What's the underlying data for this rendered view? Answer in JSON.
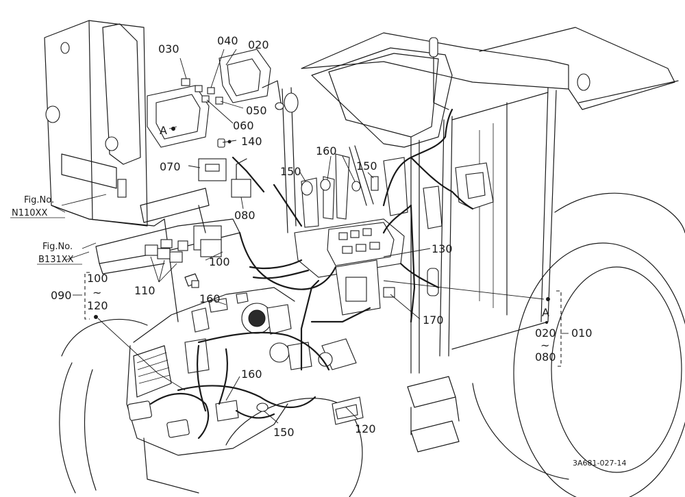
{
  "labels": {
    "p030": "030",
    "p040": "040",
    "p020": "020",
    "p050": "050",
    "p060": "060",
    "p140": "140",
    "p070": "070",
    "p080": "080",
    "p160_top": "160",
    "p150_top": "150",
    "p150_mid": "150",
    "p130": "130",
    "p100_right": "100",
    "p090": "090",
    "p100_bracket": "100",
    "p120_bracket": "120",
    "p110": "110",
    "p160_mid": "160",
    "p160_low": "160",
    "p170": "170",
    "p150_bottom": "150",
    "p120_bottom": "120",
    "p010": "010",
    "p020_bracket": "020",
    "p080_bracket": "080",
    "ref_a_top": "A",
    "ref_a_right": "A",
    "tilde1": "~",
    "tilde2": "~"
  },
  "figure_refs": {
    "fig_no_label_1": "Fig.No.",
    "fig_no_value_1": "N110XX",
    "fig_no_label_2": "Fig.No.",
    "fig_no_value_2": "B131XX"
  },
  "drawing_code": "3A681-027-14"
}
